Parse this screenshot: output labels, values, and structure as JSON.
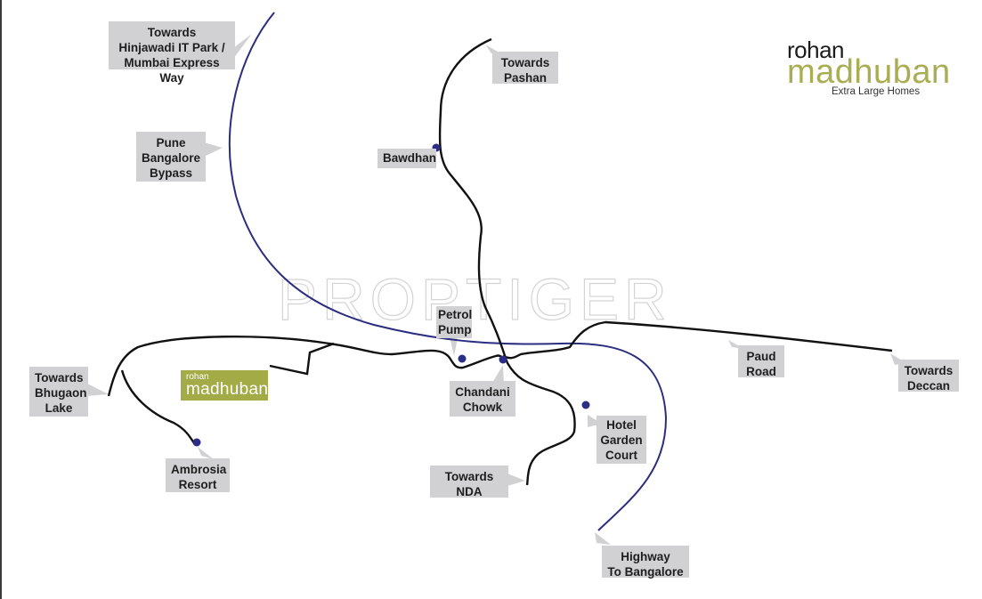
{
  "map": {
    "watermark": "PROPTIGER",
    "colors": {
      "road": "#111111",
      "highway": "#2b2d80",
      "poi_dot": "#2b2d87",
      "label_bg": "#d1d1d3",
      "brand_green": "#a9ae52"
    },
    "brand": {
      "line1": "rohan",
      "line2": "madhuban",
      "tagline": "Extra Large Homes"
    },
    "project_marker": {
      "line1": "rohan",
      "line2": "madhuban"
    },
    "labels": {
      "hinjawadi": "Towards\nHinjawadi IT Park /\nMumbai Express Way",
      "bypass": "Pune\nBangalore\nBypass",
      "pashan": "Towards\nPashan",
      "bawdhan": "Bawdhan",
      "petrol_pump": "Petrol\nPump",
      "chandani_chowk": "Chandani\nChowk",
      "paud_road": "Paud\nRoad",
      "deccan": "Towards\nDeccan",
      "bhugaon": "Towards\nBhugaon\nLake",
      "ambrosia": "Ambrosia\nResort",
      "hotel_garden": "Hotel\nGarden\nCourt",
      "nda": "Towards\nNDA",
      "highway_bangalore": "Highway\nTo Bangalore"
    }
  }
}
